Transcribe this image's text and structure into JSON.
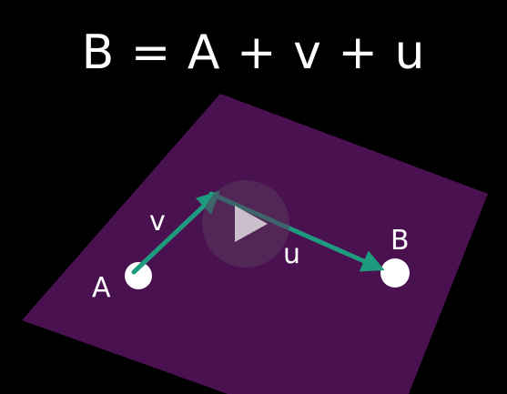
{
  "equation": "B = A + v + u",
  "points": {
    "a_label": "A",
    "b_label": "B"
  },
  "vectors": {
    "v_label": "v",
    "u_label": "u"
  },
  "play_button": {
    "icon": "play-icon"
  },
  "colors": {
    "background": "#000000",
    "plane": "#4a1150",
    "vector": "#1e9a7e",
    "point": "#ffffff",
    "text": "#ffffff"
  }
}
